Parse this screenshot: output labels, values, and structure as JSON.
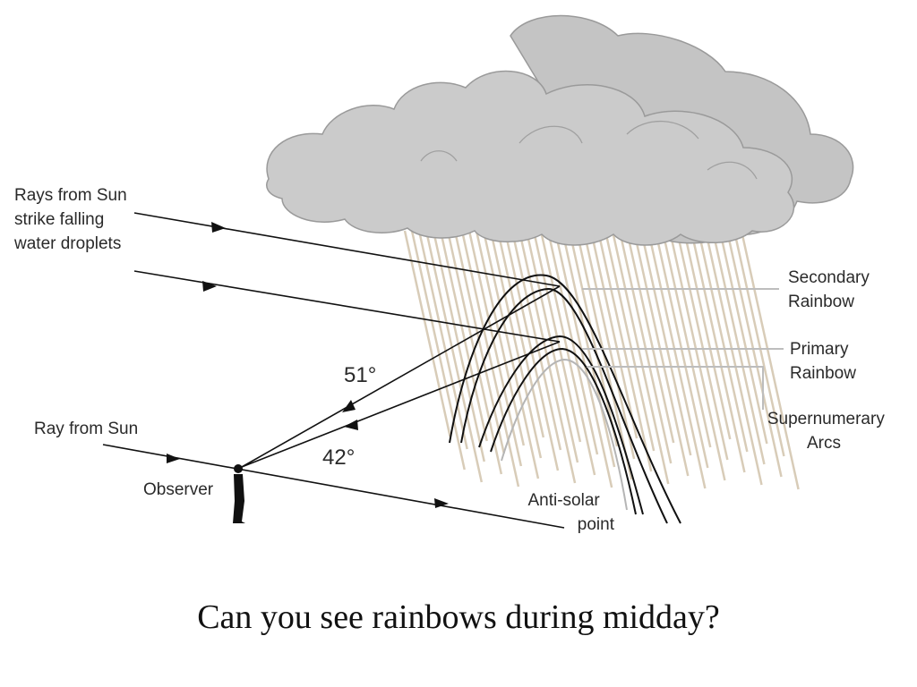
{
  "labels": {
    "rays_from_sun": [
      "Rays from Sun",
      "strike falling",
      "water droplets"
    ],
    "ray_from_sun": "Ray from Sun",
    "observer": "Observer",
    "angle_51": "51°",
    "angle_42": "42°",
    "anti_solar": [
      "Anti-solar",
      "point"
    ],
    "secondary": [
      "Secondary",
      "Rainbow"
    ],
    "primary": [
      "Primary",
      "Rainbow"
    ],
    "supernumerary": [
      "Supernumerary",
      "Arcs"
    ]
  },
  "question": "Can you see rainbows during midday?",
  "colors": {
    "cloud_fill": "#cbcbcb",
    "cloud_outline": "#9a9a9a",
    "rain": "#d8ccb8",
    "line": "#111111",
    "leader": "#bdbdbd"
  }
}
